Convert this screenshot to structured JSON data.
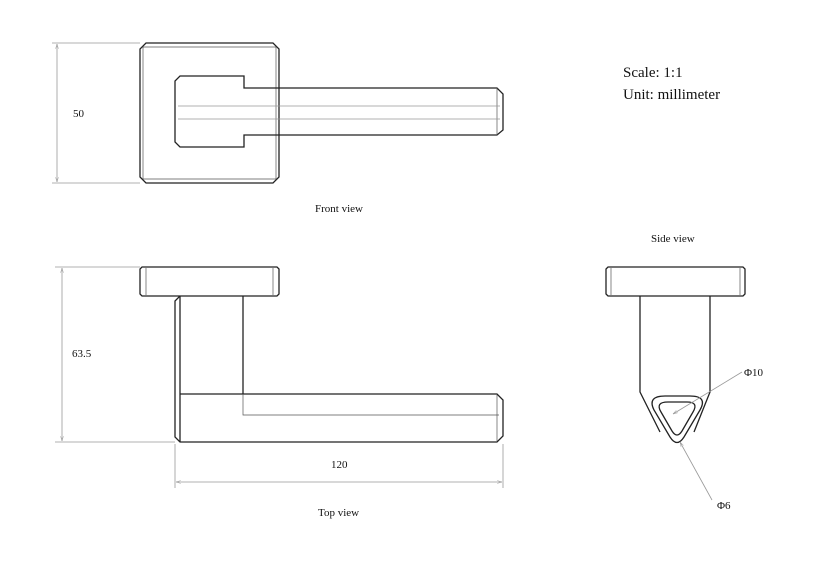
{
  "notes": {
    "scale": "Scale: 1:1",
    "unit": "Unit: millimeter"
  },
  "views": {
    "front": {
      "label": "Front view",
      "height_dim": "50"
    },
    "top": {
      "label": "Top view",
      "height_dim": "63.5",
      "length_dim": "120"
    },
    "side": {
      "label": "Side view",
      "outer_dia": "Φ10",
      "inner_dia": "Φ6"
    }
  },
  "colors": {
    "line": "#222222",
    "dimension": "#999999"
  }
}
